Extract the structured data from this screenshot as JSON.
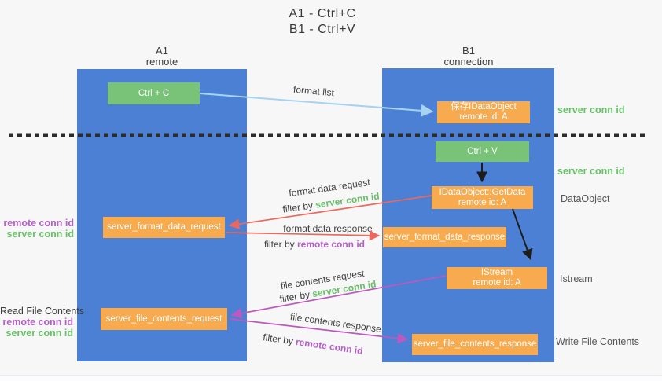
{
  "title": {
    "line1": "A1 - Ctrl+C",
    "line2": "B1 - Ctrl+V"
  },
  "columns": {
    "left": {
      "name": "A1",
      "subtitle": "remote"
    },
    "right": {
      "name": "B1",
      "subtitle": "connection"
    }
  },
  "nodes": {
    "ctrl_c": "Ctrl + C",
    "ctrl_v": "Ctrl + V",
    "save_idataobject": {
      "line1": "保存IDataObject",
      "line2": "remote id: A"
    },
    "getdata": {
      "line1": "IDataObject::GetData",
      "line2": "remote id: A"
    },
    "istream": {
      "line1": "IStream",
      "line2": "remote id: A"
    },
    "format_request": "server_format_data_request",
    "format_response": "server_format_data_response",
    "file_request": "server_file_contents_request",
    "file_response": "server_file_contents_response"
  },
  "arrow_labels": {
    "format_list": "format list",
    "format_data_request": "format data request",
    "format_data_response": "format data response",
    "file_contents_request": "file contents request",
    "file_contents_response": "file contents response",
    "filter_by": "filter by ",
    "server_conn_id": "server conn id",
    "remote_conn_id": "remote conn id"
  },
  "side_labels": {
    "server_conn_id": "server conn id",
    "remote_conn_id": "remote conn id",
    "dataobject": "DataObject",
    "istream": "Istream",
    "read_file_contents": "Read File Contents",
    "write_file_contents": "Write File Contents"
  },
  "colors": {
    "lifeline_blue": "#4b80d5",
    "node_green": "#79c379",
    "node_orange": "#f8aa4e",
    "id_green": "#67bf66",
    "id_purple": "#b45fc5",
    "arrow_red": "#ec685c",
    "arrow_purple": "#bc59be",
    "arrow_lightblue": "#a6d3f0",
    "arrow_black": "#1d1d1d",
    "background": "#f7f7f8"
  }
}
